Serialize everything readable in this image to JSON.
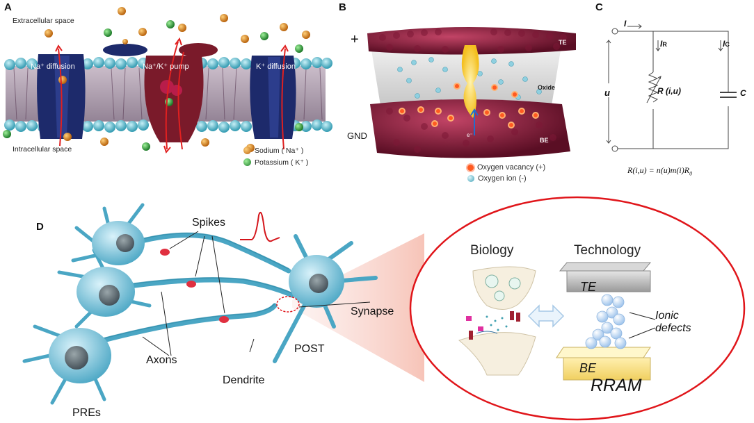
{
  "panels": {
    "a": "A",
    "b": "B",
    "c": "C",
    "d": "D"
  },
  "panel_a": {
    "extracellular": "Extracellular space",
    "intracellular": "Intracellular space",
    "na_diffusion": "Na⁺ diffusion",
    "pump": "Na⁺/K⁺ pump",
    "k_diffusion": "K⁺ diffusion",
    "legend_sodium": "Sodium ( Na⁺ )",
    "legend_potassium": "Potassium ( K⁺ )",
    "colors": {
      "sodium": "#d9861c",
      "potassium": "#2f9e3a",
      "membrane": "#5cb8c9",
      "channel": "#1d2a6b",
      "pump": "#7a1a2a"
    }
  },
  "panel_b": {
    "plus": "+",
    "gnd": "GND",
    "te": "TE",
    "oxide": "Oxide",
    "be": "BE",
    "legend_vacancy": "Oxygen vacancy (+)",
    "legend_ion": "Oxygen ion (-)",
    "electron": "e⁻",
    "colors": {
      "electrode": "#8a1d3c",
      "ion": "#8fd0e0",
      "filament": "#ffe070"
    }
  },
  "panel_c": {
    "i": "I",
    "ir": "I",
    "ir_sub": "R",
    "ic": "I",
    "ic_sub": "C",
    "u": "u",
    "r": "R (i,u)",
    "c": "C",
    "formula": "R(i,u) = n(u)m(i)R",
    "formula_sub": "0"
  },
  "panel_d": {
    "spikes": "Spikes",
    "axons": "Axons",
    "dendrite": "Dendrite",
    "post": "POST",
    "pres": "PREs",
    "synapse": "Synapse",
    "biology": "Biology",
    "technology": "Technology",
    "te": "TE",
    "be": "BE",
    "ionic": "Ionic",
    "defects": "defects",
    "rram": "RRAM",
    "colors": {
      "neuron": "#7fc6dd",
      "spike": "#e03040",
      "ellipse": "#e0151a",
      "spike_trace": "#d4141a"
    }
  }
}
